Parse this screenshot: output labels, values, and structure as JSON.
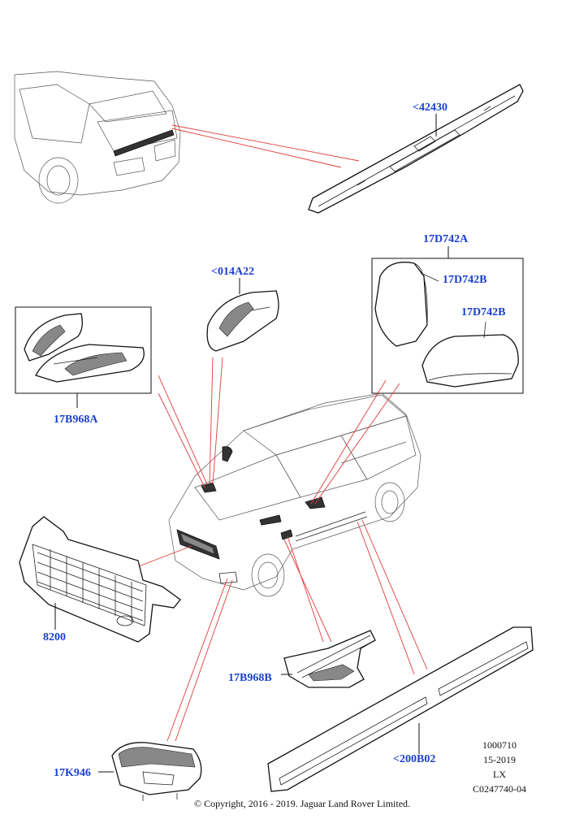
{
  "colors": {
    "callout_text": "#1a3fd1",
    "leader_line": "#e23a3a",
    "line_art": "#111111"
  },
  "callouts": {
    "spoiler": "<42430",
    "mirror_kit": "17D742A",
    "mirror_cap_left": "17D742B",
    "mirror_cap_right": "17D742B",
    "badge_vent": "<014A22",
    "vent_kit": "17B968A",
    "front_grille": "8200",
    "side_vent": "17B968B",
    "fog_surround": "17K946",
    "side_trim": "<200B02"
  },
  "reference_block": {
    "line1": "1000710",
    "line2": "15-2019",
    "line3": "LX",
    "line4": "C0247740-04"
  },
  "copyright": "© Copyright, 2016 - 2019. Jaguar Land Rover Limited."
}
